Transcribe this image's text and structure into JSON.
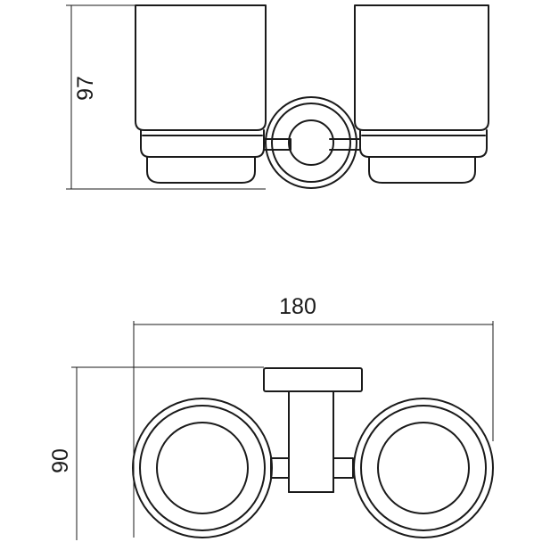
{
  "dimensions": {
    "height_front": "97",
    "width_top": "180",
    "depth_top": "90"
  },
  "colors": {
    "line": "#1a1a1a",
    "background": "#ffffff"
  }
}
